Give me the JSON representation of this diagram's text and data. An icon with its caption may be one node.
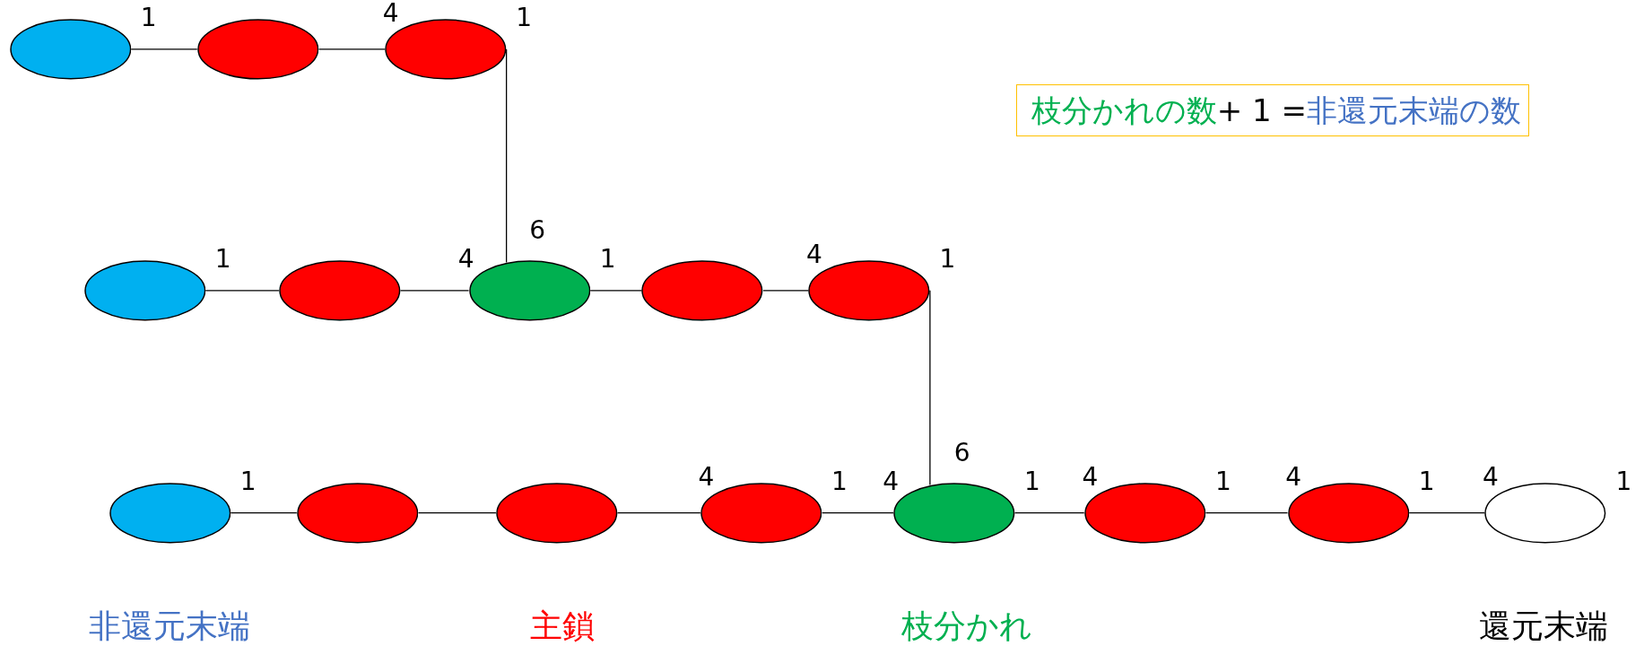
{
  "diagram": {
    "nodes": [
      {
        "text": [],
        "shape": "ellipse",
        "beside": [
          "1"
        ]
      },
      {
        "text": [],
        "shape": "ellipse"
      },
      {
        "text": [],
        "shape": "ellipse",
        "beside": [
          "4",
          "1"
        ]
      },
      {
        "text": [],
        "shape": "ellipse",
        "beside": [
          "1"
        ]
      },
      {
        "text": [],
        "shape": "ellipse"
      },
      {
        "text": [],
        "shape": "ellipse",
        "beside": [
          "4",
          "6",
          "1"
        ]
      },
      {
        "text": [],
        "shape": "ellipse"
      },
      {
        "text": [],
        "shape": "ellipse",
        "beside": [
          "4",
          "1"
        ]
      },
      {
        "text": [],
        "shape": "ellipse",
        "beside": [
          "1"
        ]
      },
      {
        "text": [],
        "shape": "ellipse"
      },
      {
        "text": [],
        "shape": "ellipse"
      },
      {
        "text": [],
        "shape": "ellipse",
        "beside": [
          "4",
          "1"
        ]
      },
      {
        "text": [],
        "shape": "ellipse",
        "beside": [
          "4",
          "6",
          "1"
        ]
      },
      {
        "text": [],
        "shape": "ellipse",
        "beside": [
          "4",
          "1"
        ]
      },
      {
        "text": [],
        "shape": "ellipse",
        "beside": [
          "4",
          "1"
        ]
      },
      {
        "text": [],
        "shape": "ellipse",
        "beside": [
          "4",
          "1"
        ]
      },
      {
        "text": [
          "枝分かれの数",
          "+ 1 =",
          "非還元末端の数"
        ]
      }
    ],
    "edges": [
      {
        "from": 0,
        "to": 1,
        "arrow": "none"
      },
      {
        "from": 1,
        "to": 2,
        "arrow": "none"
      },
      {
        "from": 2,
        "to": 5,
        "arrow": "none"
      },
      {
        "from": 3,
        "to": 4,
        "arrow": "none"
      },
      {
        "from": 4,
        "to": 5,
        "arrow": "none"
      },
      {
        "from": 5,
        "to": 6,
        "arrow": "none"
      },
      {
        "from": 6,
        "to": 7,
        "arrow": "none"
      },
      {
        "from": 7,
        "to": 12,
        "arrow": "none"
      },
      {
        "from": 8,
        "to": 9,
        "arrow": "none"
      },
      {
        "from": 9,
        "to": 10,
        "arrow": "none"
      },
      {
        "from": 10,
        "to": 11,
        "arrow": "none"
      },
      {
        "from": 11,
        "to": 12,
        "arrow": "none"
      },
      {
        "from": 12,
        "to": 13,
        "arrow": "none"
      },
      {
        "from": 13,
        "to": 14,
        "arrow": "none"
      },
      {
        "from": 14,
        "to": 15,
        "arrow": "none"
      }
    ],
    "labels": [
      "非還元末端",
      "主鎖",
      "枝分かれ",
      "還元末端"
    ]
  }
}
